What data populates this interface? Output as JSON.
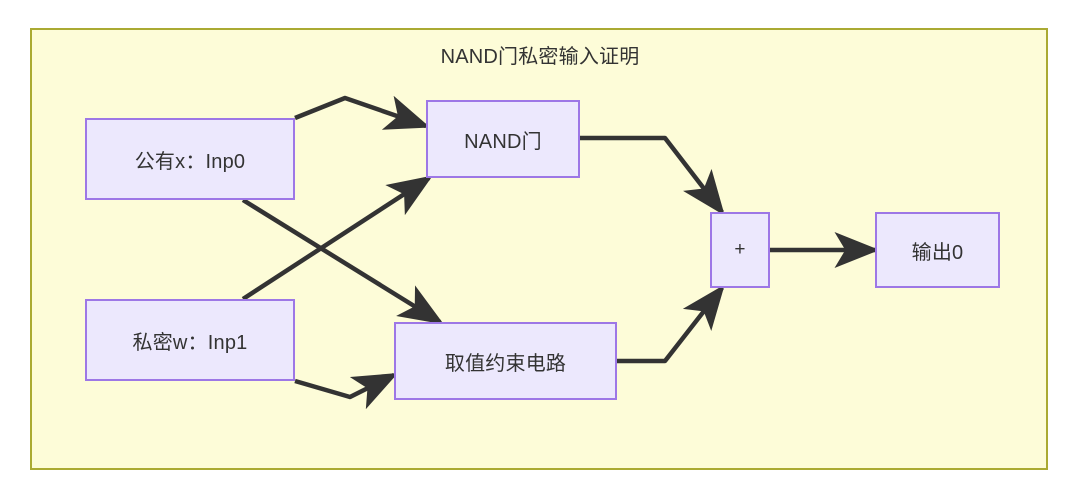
{
  "diagram": {
    "title": "NAND门私密输入证明",
    "frame": {
      "background_color": "#fdfcd8",
      "border_color": "#aaaa33"
    },
    "node_style": {
      "fill_color": "#ece8fd",
      "stroke_color": "#9d77e6",
      "text_color": "#333333"
    },
    "edge_style": {
      "stroke_color": "#333333"
    },
    "nodes": [
      {
        "id": "inp0",
        "label": "公有x：Inp0"
      },
      {
        "id": "inp1",
        "label": "私密w：Inp1"
      },
      {
        "id": "nand",
        "label": "NAND门"
      },
      {
        "id": "constraint",
        "label": "取值约束电路"
      },
      {
        "id": "plus",
        "label": "+"
      },
      {
        "id": "output",
        "label": "输出0"
      }
    ],
    "edges": [
      {
        "from": "inp0",
        "to": "nand"
      },
      {
        "from": "inp0",
        "to": "constraint"
      },
      {
        "from": "inp1",
        "to": "nand"
      },
      {
        "from": "inp1",
        "to": "constraint"
      },
      {
        "from": "nand",
        "to": "plus"
      },
      {
        "from": "constraint",
        "to": "plus"
      },
      {
        "from": "plus",
        "to": "output"
      }
    ]
  }
}
